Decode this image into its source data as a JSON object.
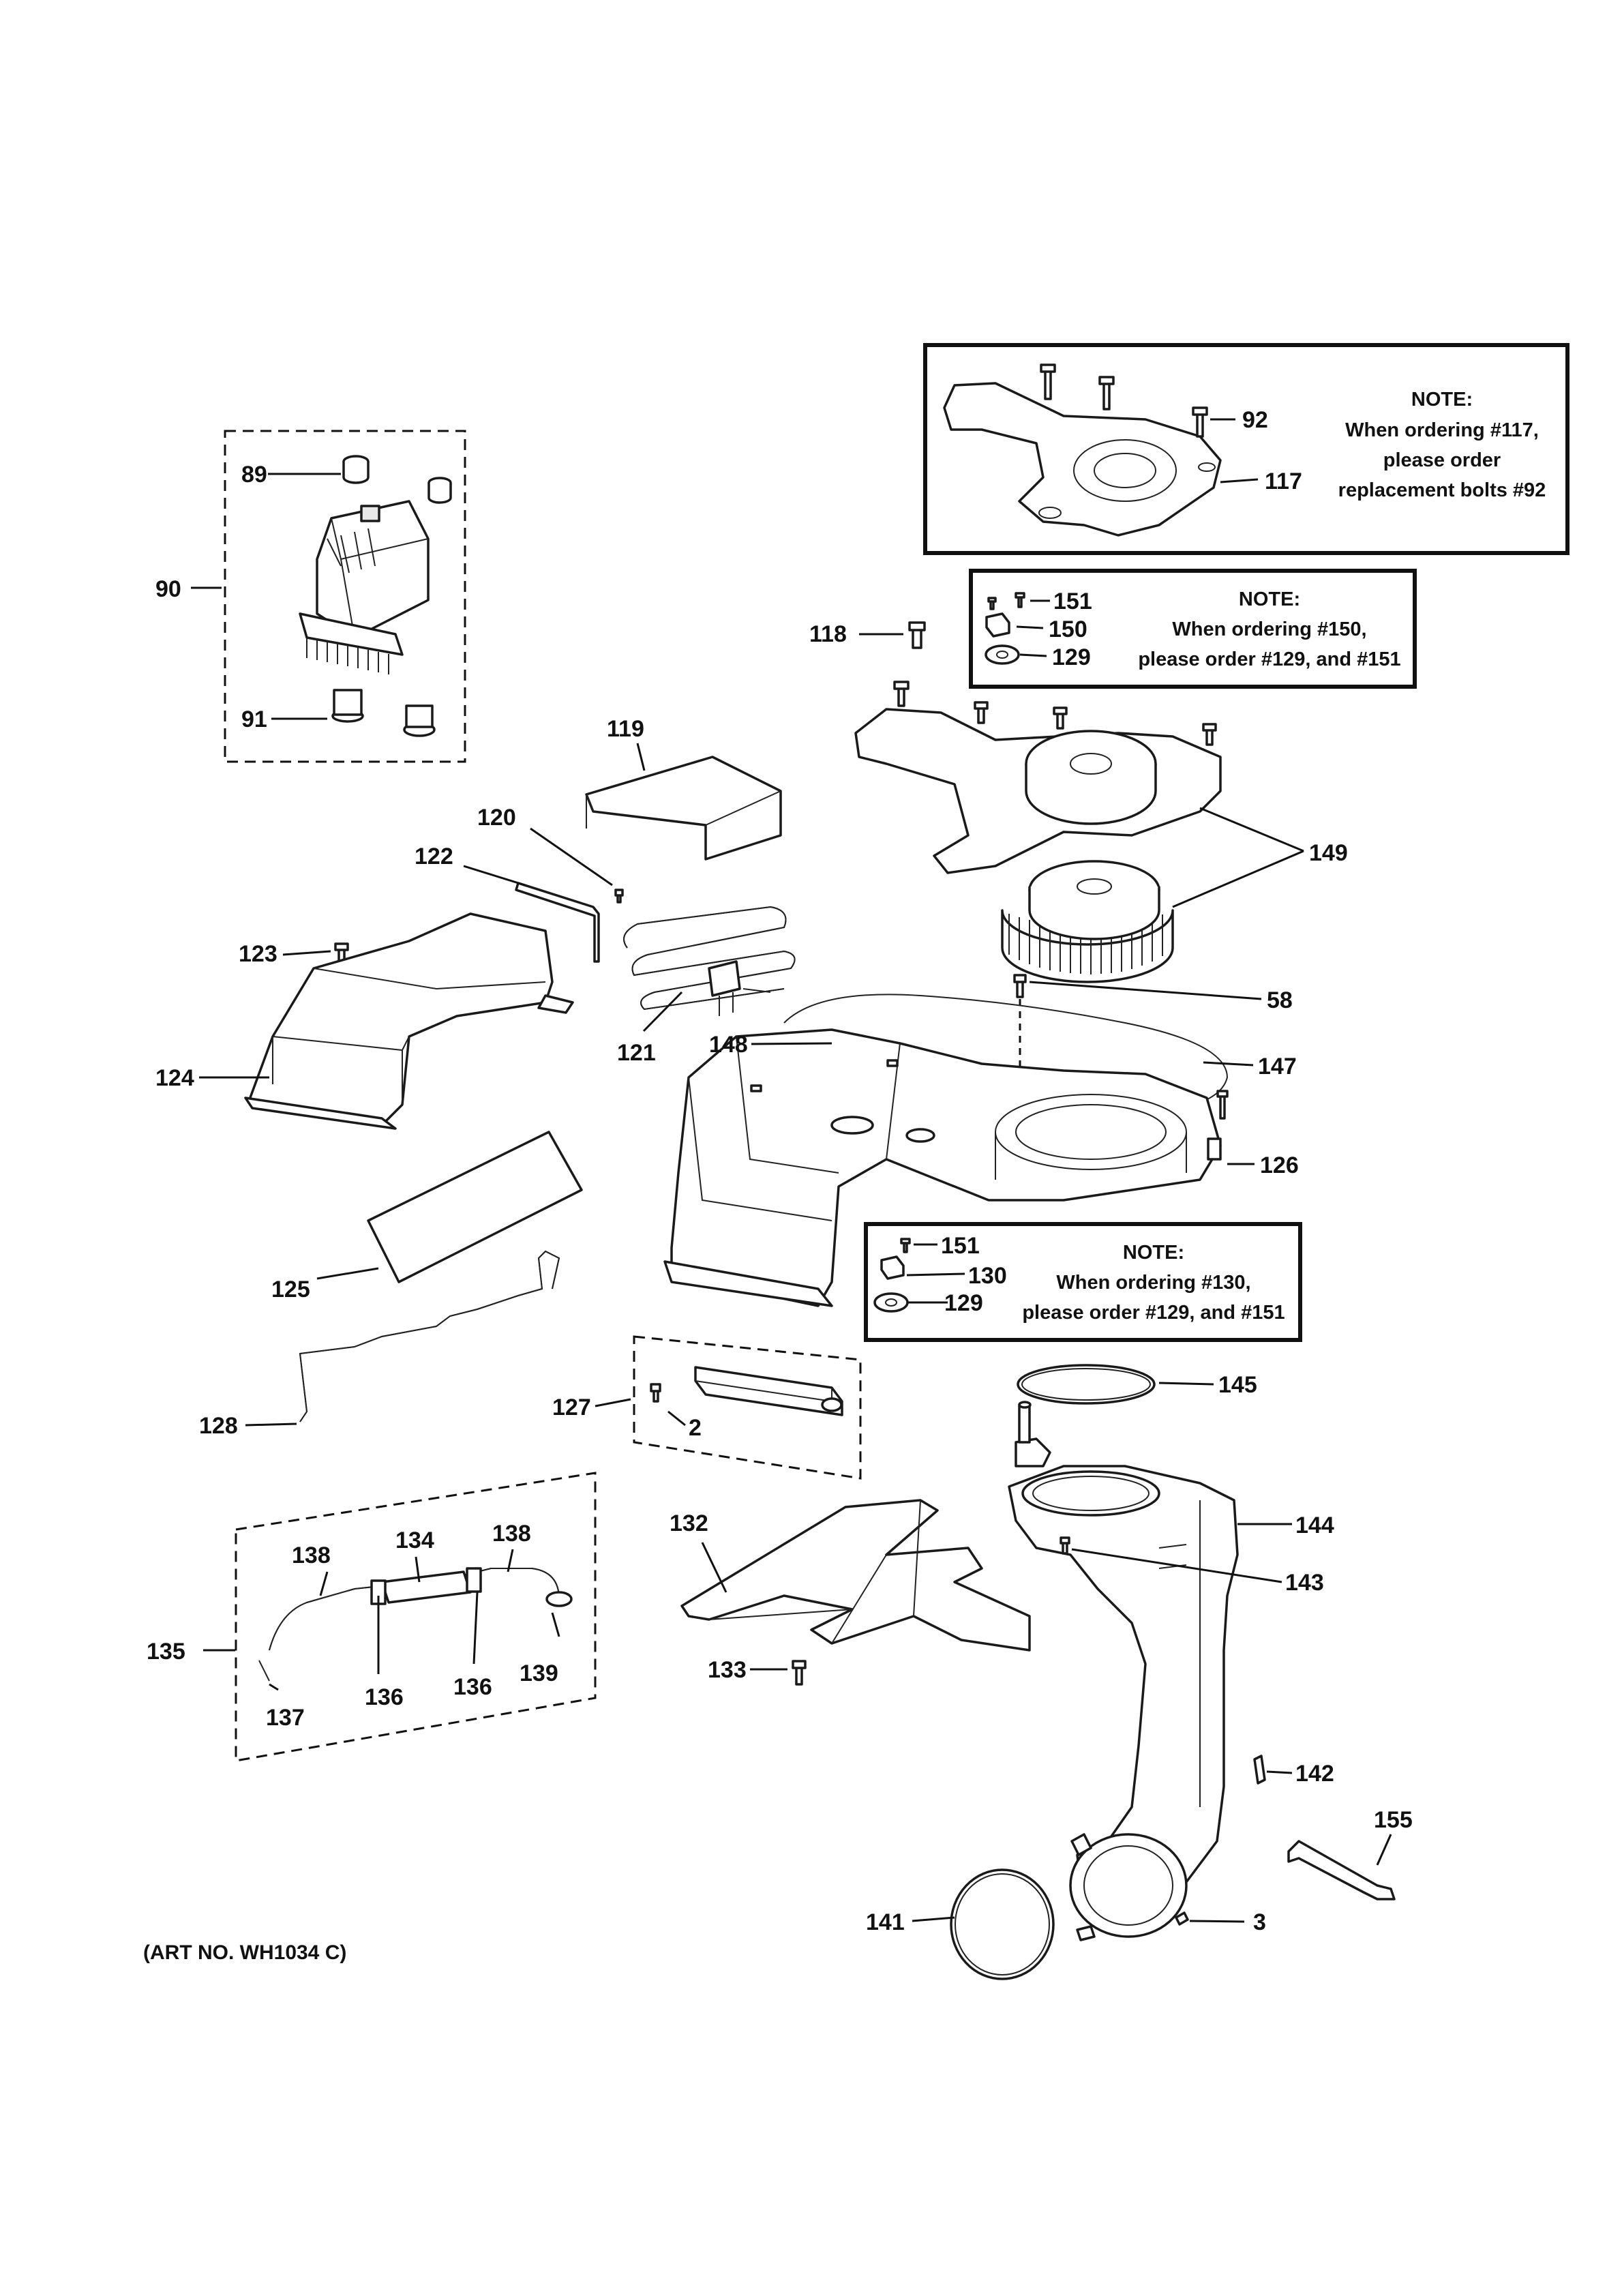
{
  "labels": {
    "p89": "89",
    "p90": "90",
    "p91": "91",
    "p92": "92",
    "p117": "117",
    "p151a": "151",
    "p150": "150",
    "p129a": "129",
    "p118": "118",
    "p119": "119",
    "p120": "120",
    "p122": "122",
    "p123": "123",
    "p149": "149",
    "p58": "58",
    "p124": "124",
    "p121": "121",
    "p148": "148",
    "p147": "147",
    "p126": "126",
    "p151b": "151",
    "p130": "130",
    "p129b": "129",
    "p125": "125",
    "p127": "127",
    "p2": "2",
    "p128": "128",
    "p145": "145",
    "p144": "144",
    "p132": "132",
    "p134": "134",
    "p138a": "138",
    "p138b": "138",
    "p135": "135",
    "p143": "143",
    "p133": "133",
    "p136a": "136",
    "p136b": "136",
    "p139": "139",
    "p137": "137",
    "p142": "142",
    "p155": "155",
    "p141": "141",
    "p3": "3"
  },
  "notes": {
    "note117": [
      "NOTE:",
      "When ordering #117,",
      "please order",
      "replacement bolts #92"
    ],
    "note150": [
      "NOTE:",
      "When ordering #150,",
      "please order #129, and #151"
    ],
    "note130": [
      "NOTE:",
      "When ordering #130,",
      "please order #129, and #151"
    ]
  },
  "art_number": "(ART NO. WH1034 C)"
}
